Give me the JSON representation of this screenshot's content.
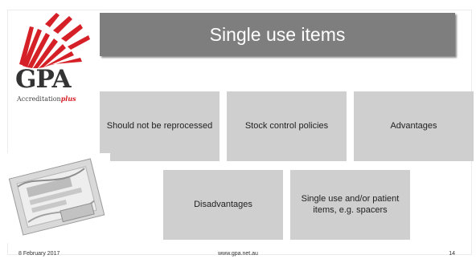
{
  "slide": {
    "title": "Single use items"
  },
  "logo": {
    "name": "GPA",
    "sub_main": "Accreditation",
    "sub_plus": "plus",
    "brand_red": "#d52027"
  },
  "tiles": [
    {
      "label": "Should not be reprocessed"
    },
    {
      "label": "Stock control policies"
    },
    {
      "label": "Advantages"
    },
    {
      "label": "Disadvantages"
    },
    {
      "label": "Single use and/or patient items, e.g. spacers"
    }
  ],
  "footer": {
    "date": "8 February 2017",
    "url": "www.gpa.net.au",
    "page": "14"
  },
  "colors": {
    "title_bg": "#7e7e7e",
    "tile_bg": "#cfcfcf"
  }
}
